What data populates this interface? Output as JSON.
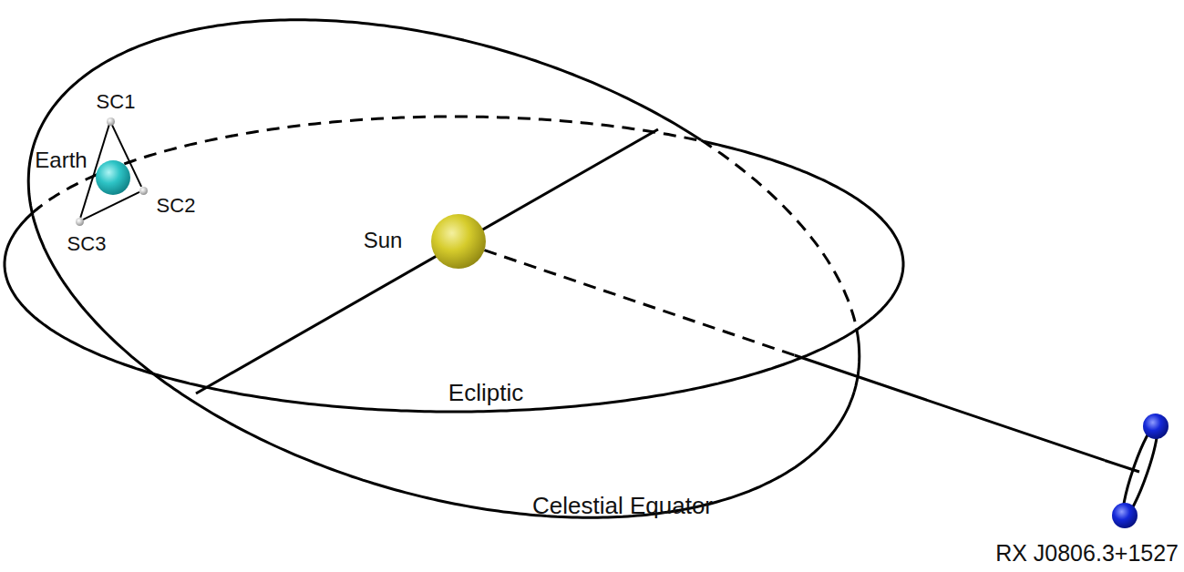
{
  "diagram": {
    "nodes": [
      {
        "text": [
          "Earth"
        ]
      },
      {
        "text": [
          "SC1"
        ]
      },
      {
        "text": [
          "SC2"
        ]
      },
      {
        "text": [
          "SC3"
        ]
      },
      {
        "text": [
          "Sun"
        ]
      },
      {
        "text": [
          "RX J0806.3+1527"
        ]
      }
    ],
    "edges": [
      {
        "from": 1,
        "to": 2,
        "arrow": "none"
      },
      {
        "from": 2,
        "to": 3,
        "arrow": "none"
      },
      {
        "from": 3,
        "to": 1,
        "arrow": "none"
      },
      {
        "from": 4,
        "to": 5,
        "arrow": "none"
      }
    ],
    "labels": [
      "Ecliptic",
      "Celestial Equator"
    ]
  }
}
